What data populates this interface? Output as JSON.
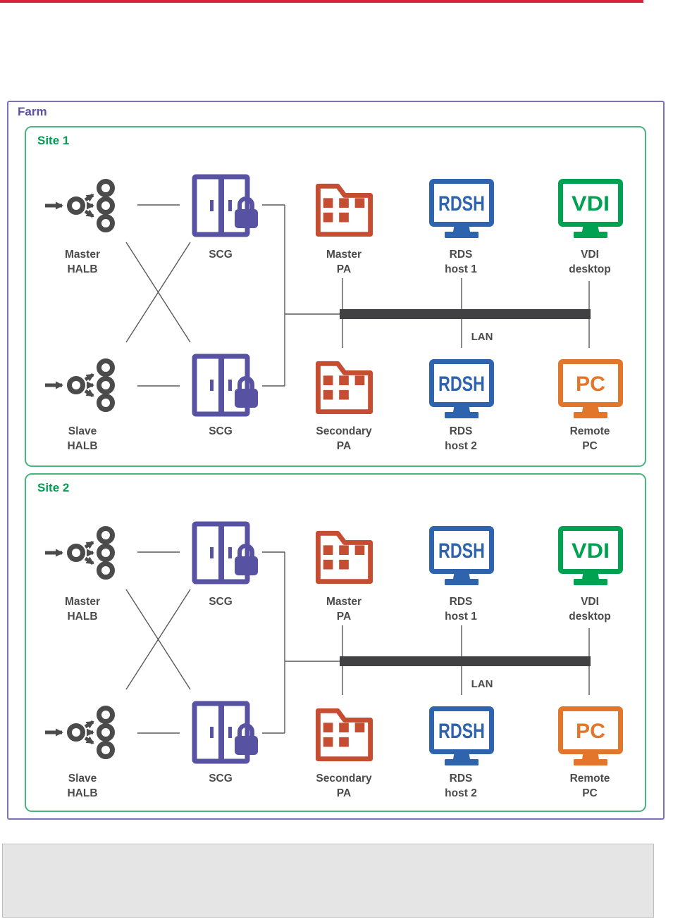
{
  "farm": {
    "label": "Farm"
  },
  "sites": [
    {
      "label": "Site 1",
      "nodes": {
        "master_halb": "Master\nHALB",
        "scg_top": "SCG",
        "master_pa": "Master\nPA",
        "rds_host1": "RDS\nhost 1",
        "vdi_desktop": "VDI\ndesktop",
        "slave_halb": "Slave\nHALB",
        "scg_bottom": "SCG",
        "secondary_pa": "Secondary\nPA",
        "rds_host2": "RDS\nhost 2",
        "remote_pc": "Remote\nPC",
        "lan": "LAN"
      }
    },
    {
      "label": "Site 2",
      "nodes": {
        "master_halb": "Master\nHALB",
        "scg_top": "SCG",
        "master_pa": "Master\nPA",
        "rds_host1": "RDS\nhost 1",
        "vdi_desktop": "VDI\ndesktop",
        "slave_halb": "Slave\nHALB",
        "scg_bottom": "SCG",
        "secondary_pa": "Secondary\nPA",
        "rds_host2": "RDS\nhost 2",
        "remote_pc": "Remote\nPC",
        "lan": "LAN"
      }
    }
  ],
  "icons": {
    "rdsh_text": "RDSH",
    "vdi_text": "VDI",
    "pc_text": "PC"
  },
  "colors": {
    "accent_red": "#d6243c",
    "farm_border": "#7b72b9",
    "farm_label": "#5b50a5",
    "site_border": "#49b67e",
    "site_label": "#009e53",
    "scg_purple": "#5852a3",
    "pa_red": "#c44d32",
    "rdsh_blue": "#2e63ad",
    "vdi_green": "#00a150",
    "pc_orange": "#e2762a",
    "neutral_gray": "#4b4b4b",
    "lan_bar": "#414042",
    "footer_gray": "#e5e5e5"
  }
}
